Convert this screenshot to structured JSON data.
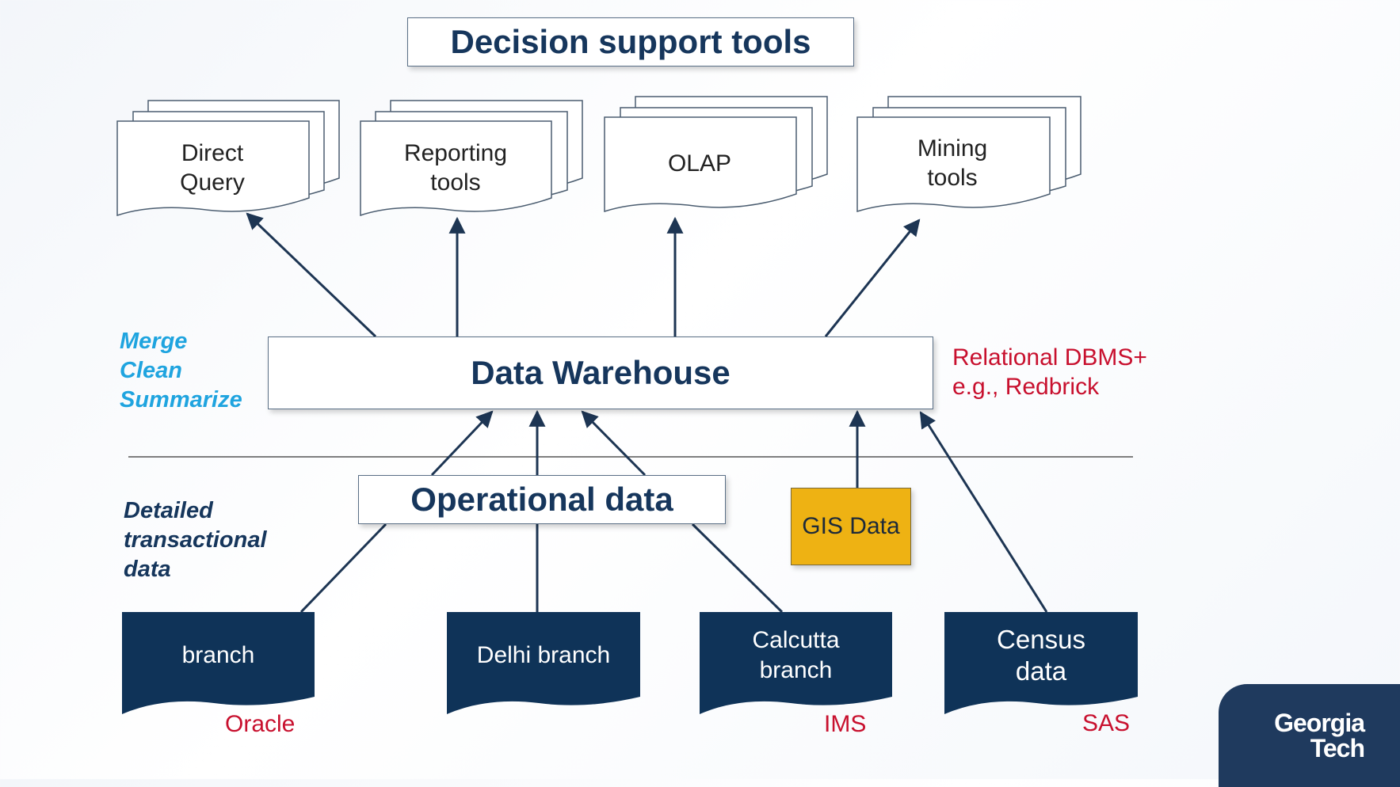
{
  "title": "Decision support tools",
  "tools": [
    {
      "label": "Direct\nQuery"
    },
    {
      "label": "Reporting\ntools"
    },
    {
      "label": "OLAP"
    },
    {
      "label": "Mining\ntools"
    }
  ],
  "warehouse": {
    "label": "Data Warehouse"
  },
  "warehouse_note": "Relational DBMS+\ne.g., Redbrick",
  "process_steps": "Merge\nClean\nSummarize",
  "operational": {
    "label": "Operational data"
  },
  "operational_note": "Detailed\ntransactional\ndata",
  "gis": {
    "label": "GIS Data"
  },
  "sources": [
    {
      "label": "branch",
      "tag": "Oracle"
    },
    {
      "label": "Delhi branch",
      "tag": ""
    },
    {
      "label": "Calcutta\nbranch",
      "tag": "IMS"
    },
    {
      "label": "Census\ndata",
      "tag": "SAS"
    }
  ],
  "logo": "Georgia\nTech",
  "colors": {
    "navy": "#16365c",
    "source_fill": "#0f3358",
    "gis_fill": "#eeb213",
    "accent_blue": "#1fa4df",
    "accent_red": "#c8102e"
  }
}
